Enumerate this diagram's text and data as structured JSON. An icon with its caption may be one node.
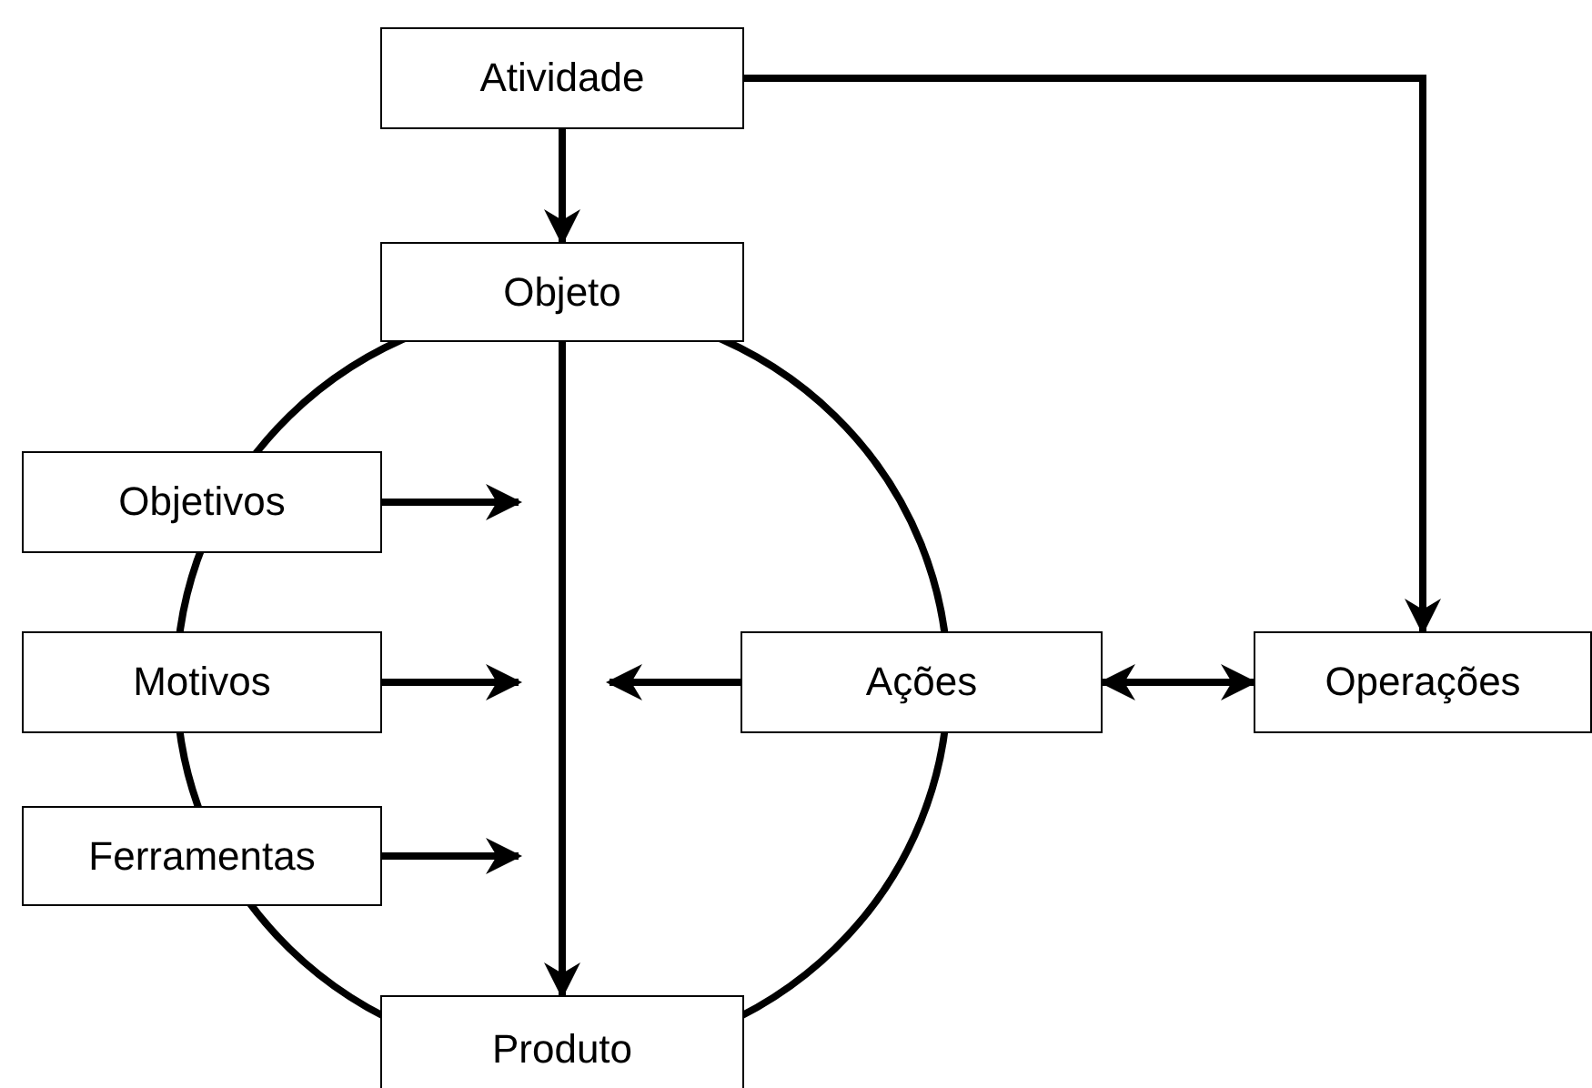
{
  "diagram": {
    "nodes": [
      {
        "text": [
          "Atividade"
        ]
      },
      {
        "text": [
          "Objeto"
        ]
      },
      {
        "text": [
          "Objetivos"
        ]
      },
      {
        "text": [
          "Motivos"
        ]
      },
      {
        "text": [
          "Ferramentas"
        ]
      },
      {
        "text": [
          "Ações"
        ]
      },
      {
        "text": [
          "Operações"
        ]
      },
      {
        "text": [
          "Produto"
        ]
      }
    ],
    "edges": [
      {
        "from": 0,
        "to": 1,
        "arrow": "to"
      },
      {
        "from": 0,
        "to": 6,
        "arrow": "to"
      },
      {
        "from": 1,
        "to": 7,
        "arrow": "to"
      },
      {
        "from": 2,
        "to": null,
        "arrow": "to"
      },
      {
        "from": 3,
        "to": null,
        "arrow": "to"
      },
      {
        "from": 4,
        "to": null,
        "arrow": "to"
      },
      {
        "from": 5,
        "to": null,
        "arrow": "to"
      },
      {
        "from": 5,
        "to": 6,
        "arrow": "both"
      }
    ]
  }
}
